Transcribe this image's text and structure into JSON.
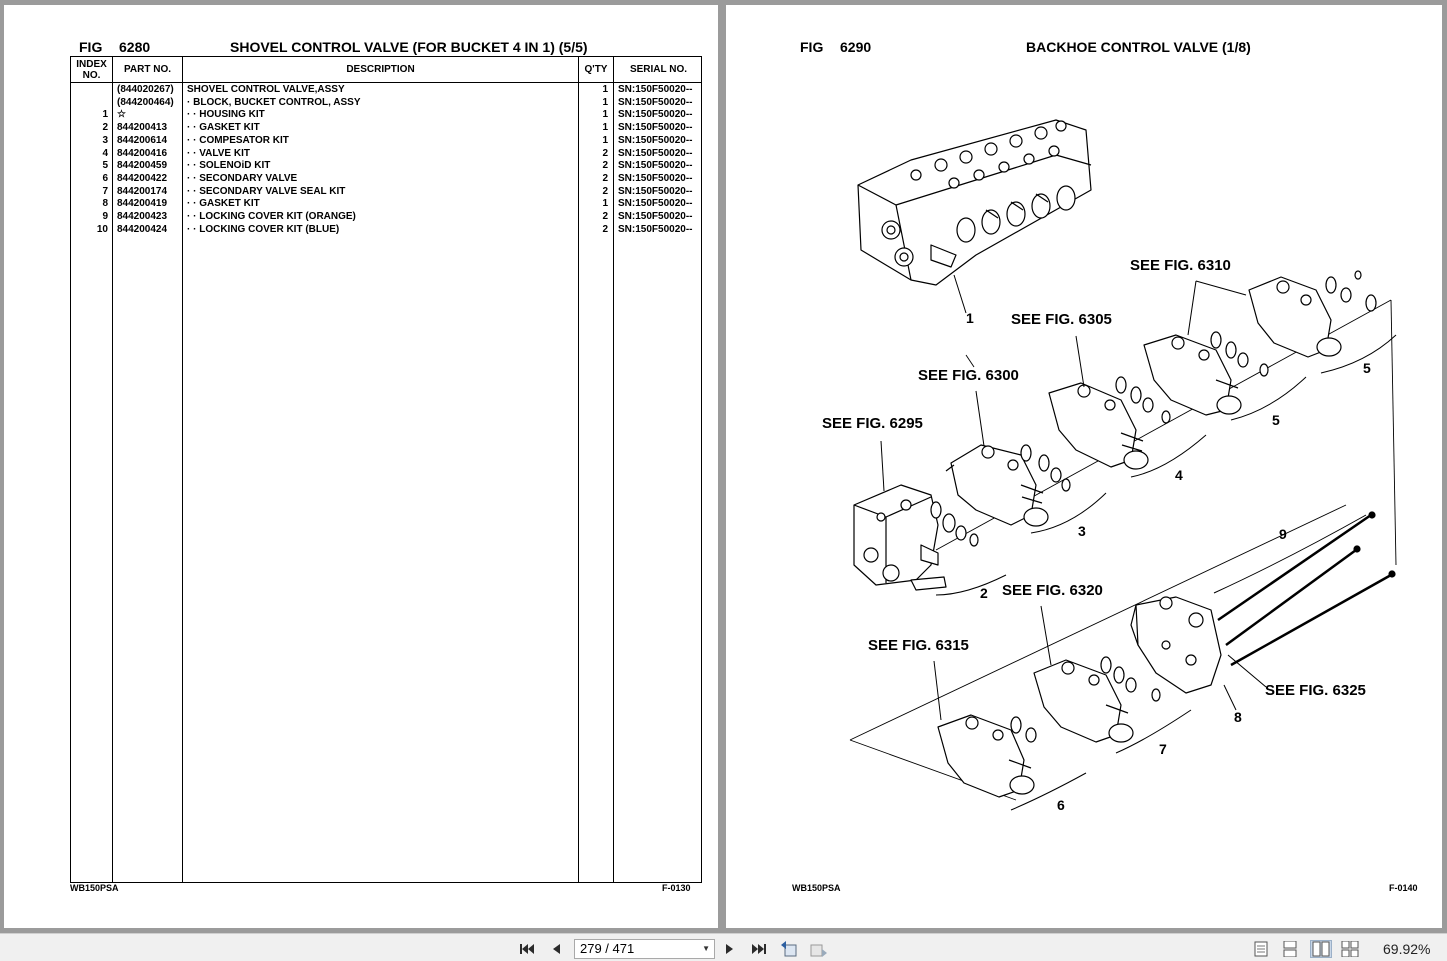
{
  "left_page": {
    "fig_label": "FIG",
    "fig_number": "6280",
    "title": "SHOVEL CONTROL VALVE (FOR BUCKET 4 IN 1) (5/5)",
    "table": {
      "headers": {
        "index": "INDEX NO.",
        "part": "PART NO.",
        "description": "DESCRIPTION",
        "qty": "Q'TY",
        "serial": "SERIAL NO."
      },
      "rows": [
        {
          "index": "",
          "part": "(844020267)",
          "description": "SHOVEL CONTROL VALVE,ASSY",
          "qty": "1",
          "serial": "SN:150F50020--"
        },
        {
          "index": "",
          "part": "(844200464)",
          "description": "·  BLOCK, BUCKET CONTROL, ASSY",
          "qty": "1",
          "serial": "SN:150F50020--"
        },
        {
          "index": "1",
          "part": "☆",
          "description": "·  ·  HOUSING KIT",
          "qty": "1",
          "serial": "SN:150F50020--"
        },
        {
          "index": "2",
          "part": "844200413",
          "description": "·  ·  GASKET KIT",
          "qty": "1",
          "serial": "SN:150F50020--"
        },
        {
          "index": "3",
          "part": "844200614",
          "description": "·  ·  COMPESATOR KIT",
          "qty": "1",
          "serial": "SN:150F50020--"
        },
        {
          "index": "4",
          "part": "844200416",
          "description": "·  ·  VALVE KIT",
          "qty": "2",
          "serial": "SN:150F50020--"
        },
        {
          "index": "5",
          "part": "844200459",
          "description": "·  ·  SOLENOiD KIT",
          "qty": "2",
          "serial": "SN:150F50020--"
        },
        {
          "index": "6",
          "part": "844200422",
          "description": "·  ·  SECONDARY VALVE",
          "qty": "2",
          "serial": "SN:150F50020--"
        },
        {
          "index": "7",
          "part": "844200174",
          "description": "·  ·  SECONDARY VALVE SEAL KIT",
          "qty": "2",
          "serial": "SN:150F50020--"
        },
        {
          "index": "8",
          "part": "844200419",
          "description": "·  ·  GASKET KIT",
          "qty": "1",
          "serial": "SN:150F50020--"
        },
        {
          "index": "9",
          "part": "844200423",
          "description": "·  ·  LOCKING COVER KIT (ORANGE)",
          "qty": "2",
          "serial": "SN:150F50020--"
        },
        {
          "index": "10",
          "part": "844200424",
          "description": "·  ·  LOCKING COVER KIT (BLUE)",
          "qty": "2",
          "serial": "SN:150F50020--"
        }
      ]
    },
    "footer_left": "WB150PSA",
    "footer_right": "F-0130"
  },
  "right_page": {
    "fig_label": "FIG",
    "fig_number": "6290",
    "title": "BACKHOE CONTROL VALVE (1/8)",
    "callouts": {
      "c6295": "SEE FIG. 6295",
      "c6300": "SEE FIG. 6300",
      "c6305": "SEE FIG. 6305",
      "c6310": "SEE FIG. 6310",
      "c6315": "SEE FIG. 6315",
      "c6320": "SEE FIG. 6320",
      "c6325": "SEE FIG. 6325"
    },
    "index_labels": {
      "n1": "1",
      "n2": "2",
      "n3": "3",
      "n4": "4",
      "n5a": "5",
      "n5b": "5",
      "n6": "6",
      "n7": "7",
      "n8": "8",
      "n9": "9"
    },
    "footer_left": "WB150PSA",
    "footer_right": "F-0140"
  },
  "toolbar": {
    "page_indicator": "279 / 471",
    "zoom": "69.92%",
    "icons": [
      "first-page-icon",
      "previous-page-icon",
      "next-page-icon",
      "last-page-icon",
      "go-back-icon",
      "go-forward-icon",
      "single-page-icon",
      "continuous-page-icon",
      "facing-pages-icon",
      "continuous-facing-icon"
    ]
  }
}
